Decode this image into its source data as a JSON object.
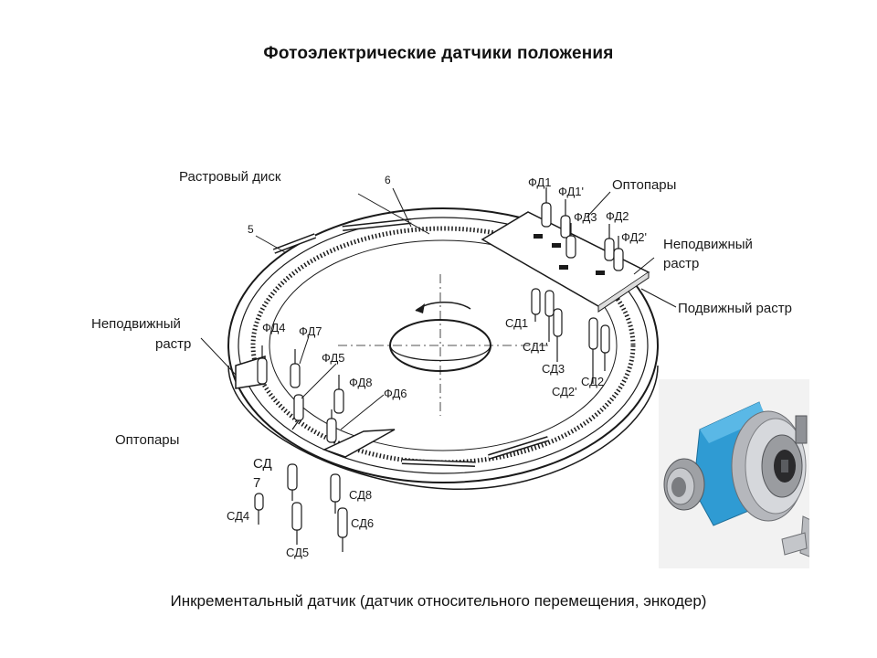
{
  "title": "Фотоэлектрические датчики положения",
  "caption": "Инкрементальный датчик (датчик относительного перемещения, энкодер)",
  "labels": {
    "raster_disk": "Растровый диск",
    "optopairs_top": "Оптопары",
    "fixed_raster_right_1": "Неподвижный",
    "fixed_raster_right_2": "растр",
    "moving_raster": "Подвижный растр",
    "fixed_raster_left_1": "Неподвижный",
    "fixed_raster_left_2": "растр",
    "optopairs_left": "Оптопары",
    "num_5": "5",
    "num_6": "6"
  },
  "components": {
    "fd1": "ФД1",
    "fd1p": "ФД1'",
    "fd3": "ФД3",
    "fd2": "ФД2",
    "fd2p": "ФД2'",
    "sd1": "СД1",
    "sd1p": "СД1'",
    "sd3": "СД3",
    "sd2p": "СД2'",
    "sd2": "СД2",
    "fd4": "ФД4",
    "fd7": "ФД7",
    "fd5": "ФД5",
    "fd8": "ФД8",
    "fd6": "ФД6",
    "sd7_a": "СД",
    "sd7_b": "7",
    "sd4": "СД4",
    "sd8": "СД8",
    "sd5": "СД5",
    "sd6": "СД6"
  },
  "colors": {
    "encoder_body": "#2f9bd3",
    "metal": "#a8aab0",
    "line": "#1a1a1a"
  }
}
